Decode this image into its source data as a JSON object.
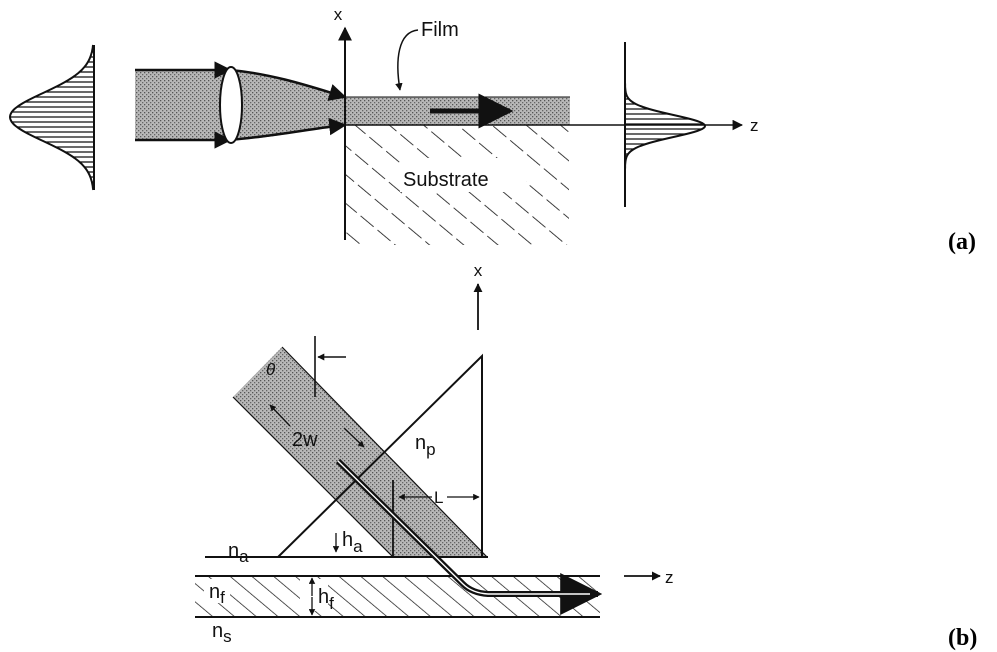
{
  "panel_a": {
    "tag": "(a)",
    "axis_x": "x",
    "axis_z": "z",
    "film_label": "Film",
    "substrate_label": "Substrate"
  },
  "panel_b": {
    "tag": "(b)",
    "axis_x": "x",
    "axis_z": "z",
    "theta": "θ",
    "beam_width": "2w",
    "gap": "L",
    "n_p_base": "n",
    "n_p_sub": "p",
    "h_a_base": "h",
    "h_a_sub": "a",
    "h_f_base": "h",
    "h_f_sub": "f",
    "n_a_base": "n",
    "n_a_sub": "a",
    "n_f_base": "n",
    "n_f_sub": "f",
    "n_s_base": "n",
    "n_s_sub": "s"
  },
  "colors": {
    "ink": "#111111",
    "beam_fill": "#a9a9a9",
    "background": "#ffffff"
  }
}
